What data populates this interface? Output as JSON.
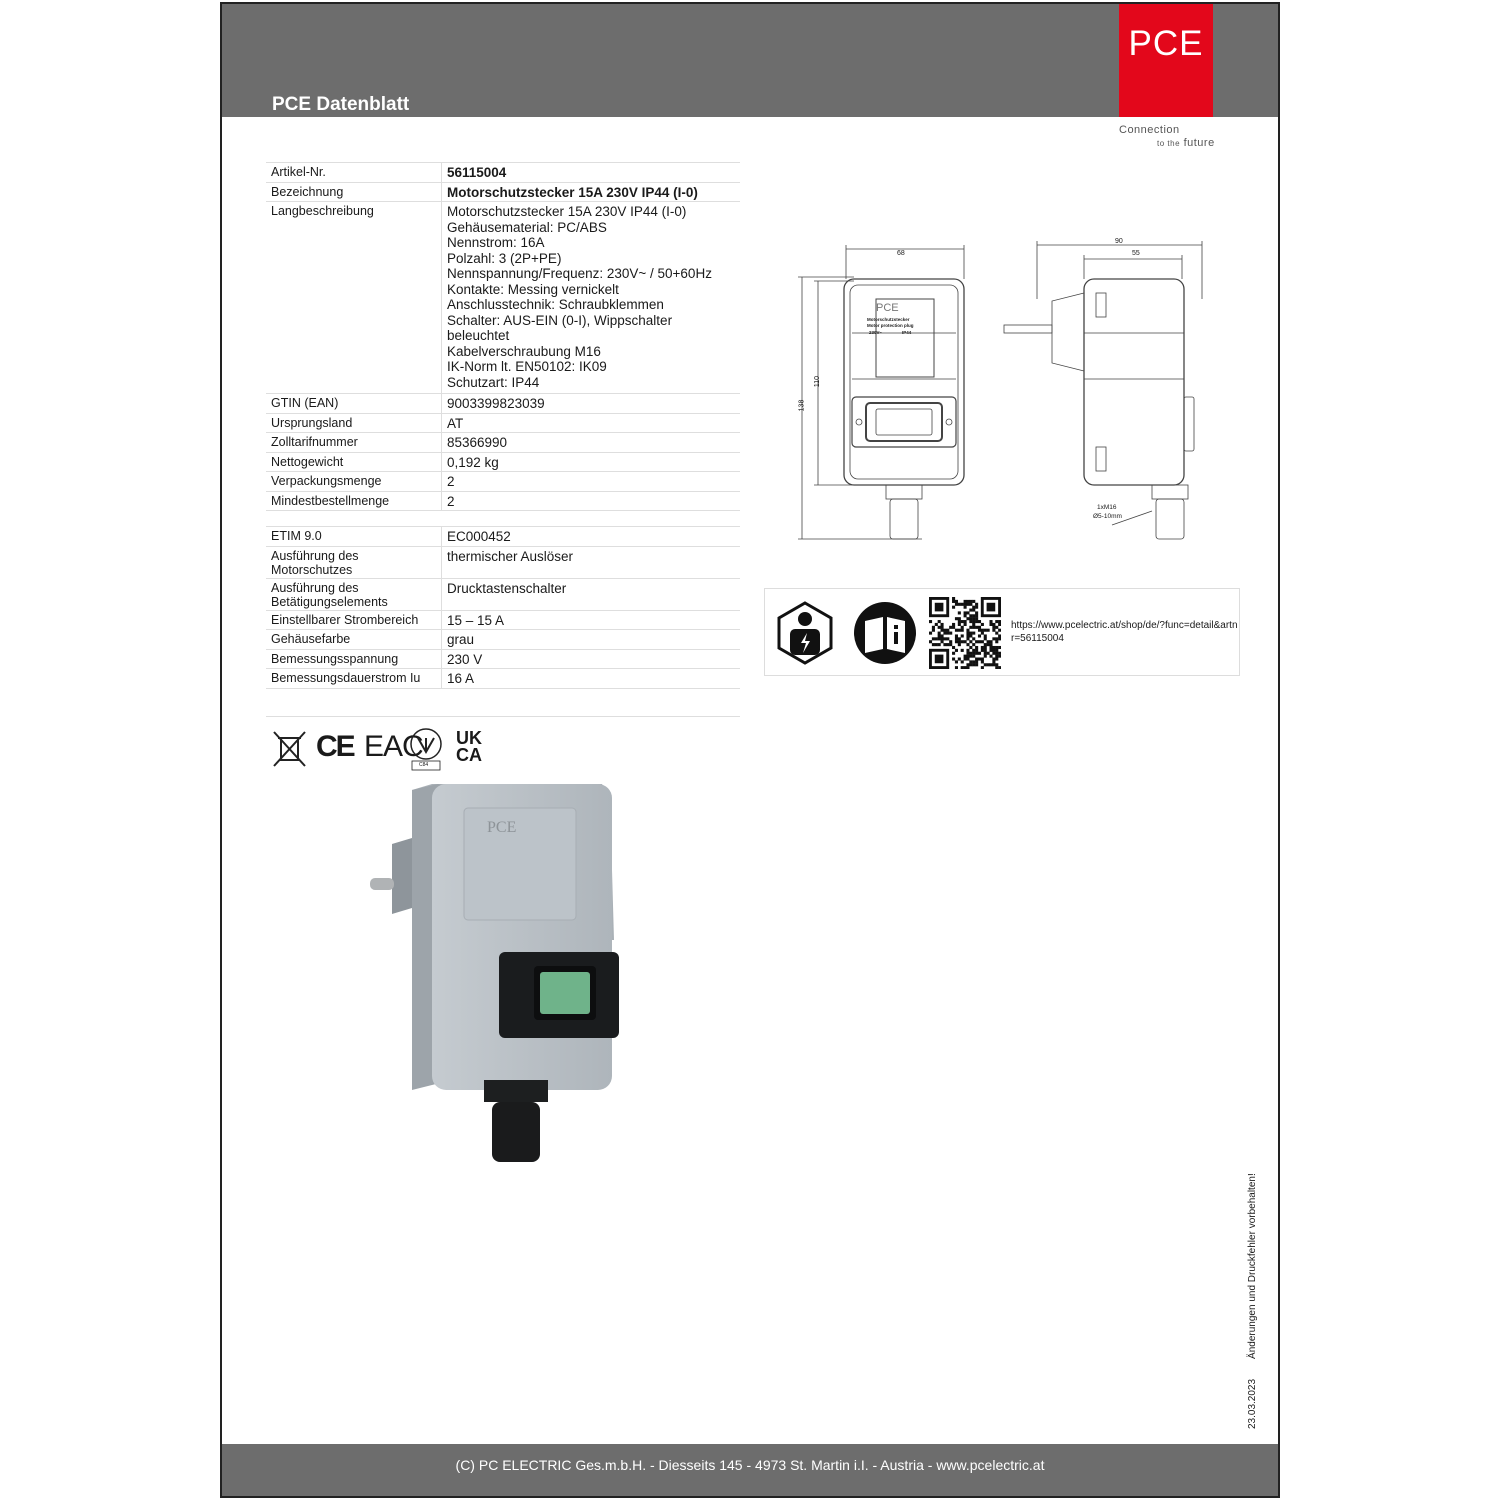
{
  "header": {
    "title": "PCE Datenblatt",
    "logo": "PCE",
    "slogan_line1": "Connection",
    "slogan_small": "to the",
    "slogan_big": "future"
  },
  "spec1": [
    {
      "k": "Artikel-Nr.",
      "v": "56115004"
    },
    {
      "k": "Bezeichnung",
      "v": "Motorschutzstecker 15A 230V IP44 (I-0)"
    },
    {
      "k": "Langbeschreibung",
      "lines": [
        "Motorschutzstecker 15A 230V IP44 (I-0)",
        "Gehäusematerial: PC/ABS",
        "Nennstrom: 16A",
        "Polzahl: 3 (2P+PE)",
        "Nennspannung/Frequenz: 230V~ / 50+60Hz",
        "Kontakte: Messing vernickelt",
        "Anschlusstechnik: Schraubklemmen",
        "Schalter: AUS-EIN (0-I), Wippschalter beleuchtet",
        "Kabelverschraubung M16",
        "IK-Norm lt. EN50102: IK09",
        "Schutzart: IP44"
      ]
    },
    {
      "k": "GTIN (EAN)",
      "v": "9003399823039"
    },
    {
      "k": "Ursprungsland",
      "v": "AT"
    },
    {
      "k": "Zolltarifnummer",
      "v": "85366990"
    },
    {
      "k": "Nettogewicht",
      "v": "0,192 kg"
    },
    {
      "k": "Verpackungsmenge",
      "v": "2"
    },
    {
      "k": "Mindestbestellmenge",
      "v": "2"
    }
  ],
  "spec2": [
    {
      "k": "ETIM 9.0",
      "v": "EC000452"
    },
    {
      "k": "Ausführung des Motorschutzes",
      "v": "thermischer Auslöser"
    },
    {
      "k": "Ausführung des Betätigungselements",
      "v": "Drucktastenschalter"
    },
    {
      "k": "Einstellbarer Strombereich",
      "v": "15 – 15 A"
    },
    {
      "k": "Gehäusefarbe",
      "v": "grau"
    },
    {
      "k": "Bemessungsspannung",
      "v": "230 V"
    },
    {
      "k": "Bemessungsdauerstrom Iu",
      "v": "16 A"
    }
  ],
  "drawing": {
    "dim_width_front": "68",
    "dim_width_side": "90",
    "dim_depth": "55",
    "dim_height_total": "138",
    "dim_height_body": "110",
    "gland_label_1": "1xM16",
    "gland_label_2": "Ø5-10mm",
    "plate_logo": "PCE",
    "plate_line1": "Motorschutzstecker",
    "plate_line2": "Motor protection plug",
    "plate_voltage": "230V~",
    "plate_ip": "IP44"
  },
  "info": {
    "url": "https://www.pcelectric.at/shop/de/?func=detail&artnr=56115004"
  },
  "certs": {
    "ce": "CE",
    "eac": "EAC",
    "ukca_1": "UK",
    "ukca_2": "CA",
    "ovm_label": "C84"
  },
  "footer": "(C) PC ELECTRIC Ges.m.b.H. - Diesseits 145 - 4973 St. Martin i.I. - Austria - www.pcelectric.at",
  "side_date": "23.03.2023",
  "side_note": "Änderungen und Druckfehler vorbehalten!"
}
